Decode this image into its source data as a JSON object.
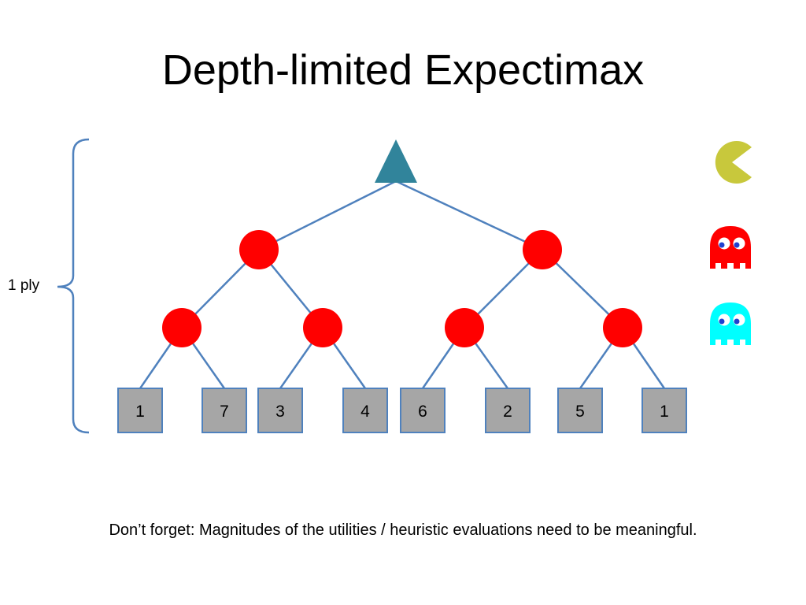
{
  "title": "Depth-limited Expectimax",
  "ply_label": "1 ply",
  "footnote": "Don’t forget: Magnitudes of the utilities / heuristic evaluations need to be meaningful.",
  "colors": {
    "max_node": "#31849B",
    "chance_node": "#FF0000",
    "edge": "#4F81BD",
    "leaf_fill": "#A6A6A6",
    "leaf_border": "#4F81BD",
    "pacman": "#C8C83C",
    "ghost_red": "#FF0000",
    "ghost_cyan": "#00FFFF"
  },
  "legend_icons": [
    "pacman-icon",
    "red-ghost-icon",
    "cyan-ghost-icon"
  ],
  "tree": {
    "root": "max",
    "levels": [
      "chance",
      "chance"
    ],
    "leaves": [
      "1",
      "7",
      "3",
      "4",
      "6",
      "2",
      "5",
      "1"
    ]
  }
}
